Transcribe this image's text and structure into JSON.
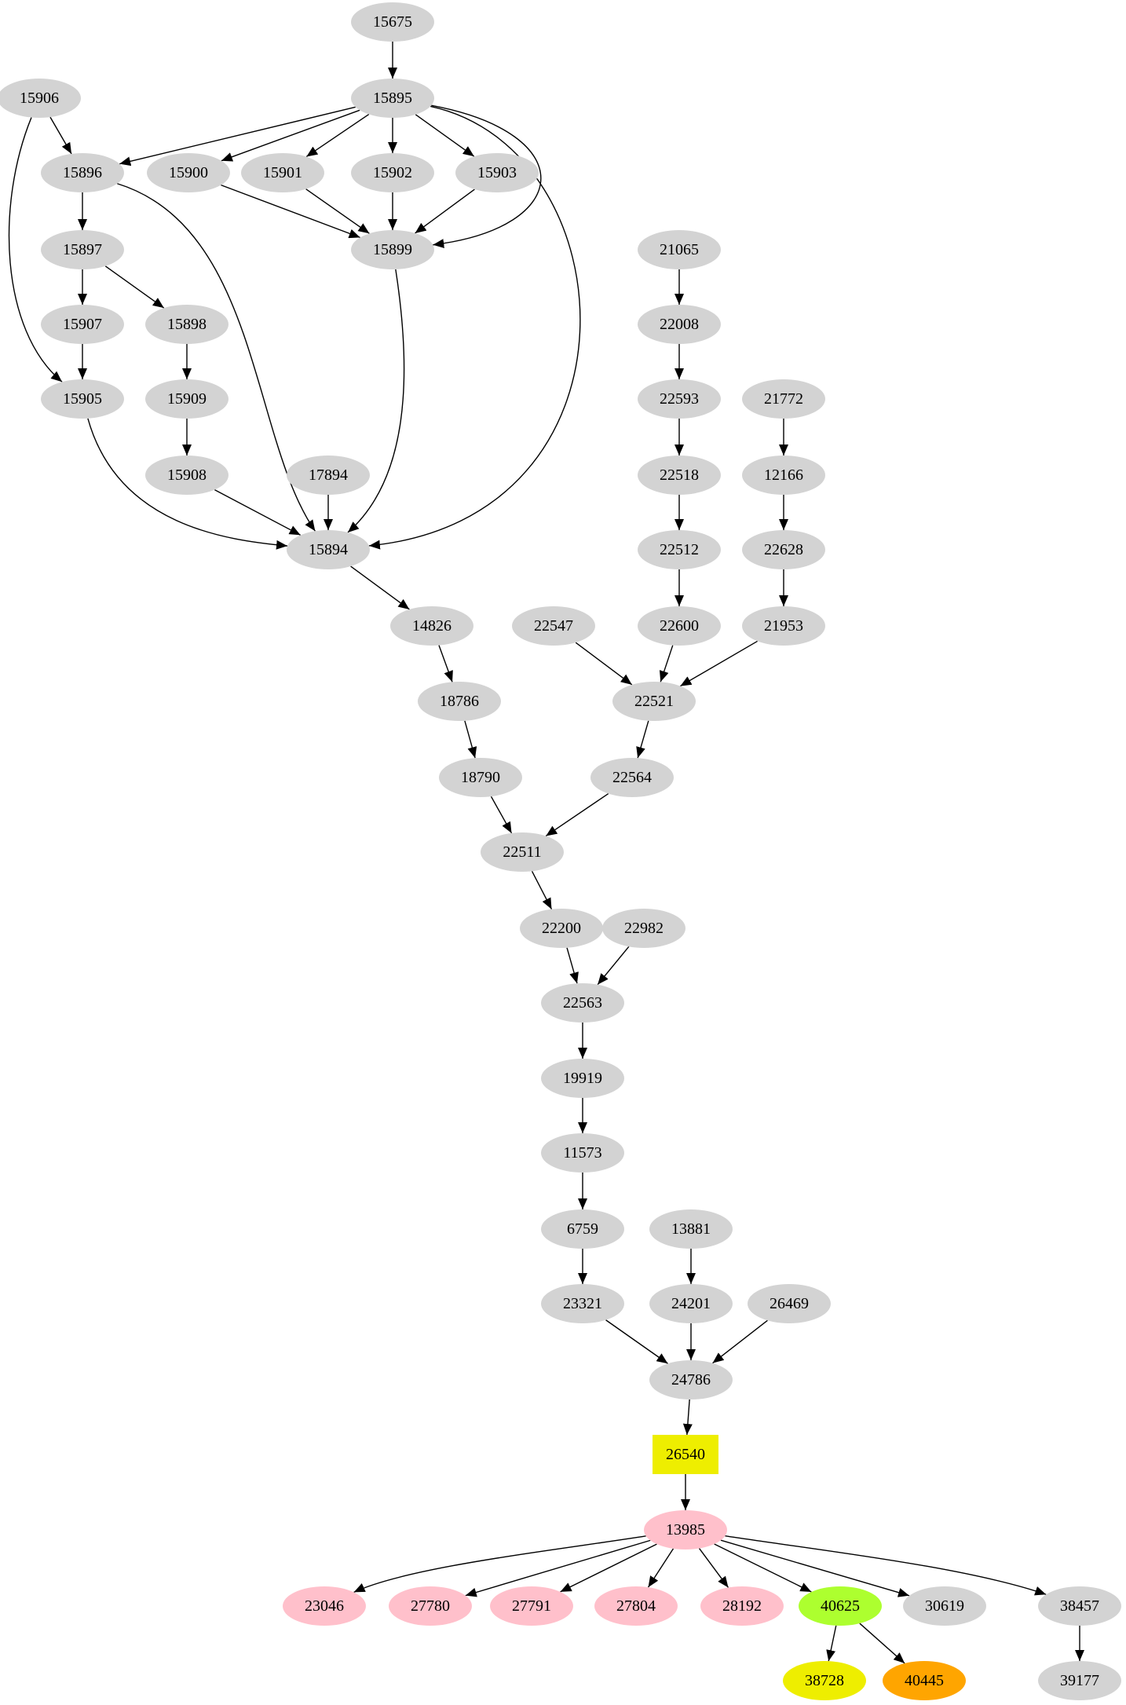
{
  "colors": {
    "default": "#d3d3d3",
    "pink": "#ffc0cb",
    "yellow": "#eeee00",
    "greenyellow": "#adff2f",
    "orange": "#ffa500",
    "edge": "#000000"
  },
  "nodes": [
    {
      "id": "15675",
      "label": "15675",
      "color": "default"
    },
    {
      "id": "15895",
      "label": "15895",
      "color": "default"
    },
    {
      "id": "15906",
      "label": "15906",
      "color": "default"
    },
    {
      "id": "15896",
      "label": "15896",
      "color": "default"
    },
    {
      "id": "15900",
      "label": "15900",
      "color": "default"
    },
    {
      "id": "15901",
      "label": "15901",
      "color": "default"
    },
    {
      "id": "15902",
      "label": "15902",
      "color": "default"
    },
    {
      "id": "15903",
      "label": "15903",
      "color": "default"
    },
    {
      "id": "15899",
      "label": "15899",
      "color": "default"
    },
    {
      "id": "15897",
      "label": "15897",
      "color": "default"
    },
    {
      "id": "21065",
      "label": "21065",
      "color": "default"
    },
    {
      "id": "15907",
      "label": "15907",
      "color": "default"
    },
    {
      "id": "15898",
      "label": "15898",
      "color": "default"
    },
    {
      "id": "22008",
      "label": "22008",
      "color": "default"
    },
    {
      "id": "15905",
      "label": "15905",
      "color": "default"
    },
    {
      "id": "15909",
      "label": "15909",
      "color": "default"
    },
    {
      "id": "22593",
      "label": "22593",
      "color": "default"
    },
    {
      "id": "21772",
      "label": "21772",
      "color": "default"
    },
    {
      "id": "15908",
      "label": "15908",
      "color": "default"
    },
    {
      "id": "17894",
      "label": "17894",
      "color": "default"
    },
    {
      "id": "22518",
      "label": "22518",
      "color": "default"
    },
    {
      "id": "12166",
      "label": "12166",
      "color": "default"
    },
    {
      "id": "15894",
      "label": "15894",
      "color": "default"
    },
    {
      "id": "22512",
      "label": "22512",
      "color": "default"
    },
    {
      "id": "22628",
      "label": "22628",
      "color": "default"
    },
    {
      "id": "14826",
      "label": "14826",
      "color": "default"
    },
    {
      "id": "22547",
      "label": "22547",
      "color": "default"
    },
    {
      "id": "22600",
      "label": "22600",
      "color": "default"
    },
    {
      "id": "21953",
      "label": "21953",
      "color": "default"
    },
    {
      "id": "18786",
      "label": "18786",
      "color": "default"
    },
    {
      "id": "22521",
      "label": "22521",
      "color": "default"
    },
    {
      "id": "18790",
      "label": "18790",
      "color": "default"
    },
    {
      "id": "22564",
      "label": "22564",
      "color": "default"
    },
    {
      "id": "22511",
      "label": "22511",
      "color": "default"
    },
    {
      "id": "22200",
      "label": "22200",
      "color": "default"
    },
    {
      "id": "22982",
      "label": "22982",
      "color": "default"
    },
    {
      "id": "22563",
      "label": "22563",
      "color": "default"
    },
    {
      "id": "19919",
      "label": "19919",
      "color": "default"
    },
    {
      "id": "11573",
      "label": "11573",
      "color": "default"
    },
    {
      "id": "6759",
      "label": "6759",
      "color": "default"
    },
    {
      "id": "13881",
      "label": "13881",
      "color": "default"
    },
    {
      "id": "23321",
      "label": "23321",
      "color": "default"
    },
    {
      "id": "24201",
      "label": "24201",
      "color": "default"
    },
    {
      "id": "26469",
      "label": "26469",
      "color": "default"
    },
    {
      "id": "24786",
      "label": "24786",
      "color": "default"
    },
    {
      "id": "26540",
      "label": "26540",
      "color": "yellow",
      "shape": "box"
    },
    {
      "id": "13985",
      "label": "13985",
      "color": "pink"
    },
    {
      "id": "23046",
      "label": "23046",
      "color": "pink"
    },
    {
      "id": "27780",
      "label": "27780",
      "color": "pink"
    },
    {
      "id": "27791",
      "label": "27791",
      "color": "pink"
    },
    {
      "id": "27804",
      "label": "27804",
      "color": "pink"
    },
    {
      "id": "28192",
      "label": "28192",
      "color": "pink"
    },
    {
      "id": "40625",
      "label": "40625",
      "color": "greenyellow"
    },
    {
      "id": "30619",
      "label": "30619",
      "color": "default"
    },
    {
      "id": "38457",
      "label": "38457",
      "color": "default"
    },
    {
      "id": "38728",
      "label": "38728",
      "color": "yellow"
    },
    {
      "id": "40445",
      "label": "40445",
      "color": "orange"
    },
    {
      "id": "39177",
      "label": "39177",
      "color": "default"
    }
  ],
  "edges": [
    [
      "15675",
      "15895"
    ],
    [
      "15906",
      "15896"
    ],
    [
      "15906",
      "15905"
    ],
    [
      "15895",
      "15896"
    ],
    [
      "15895",
      "15900"
    ],
    [
      "15895",
      "15901"
    ],
    [
      "15895",
      "15902"
    ],
    [
      "15895",
      "15903"
    ],
    [
      "15895",
      "15899"
    ],
    [
      "15895",
      "15894"
    ],
    [
      "15896",
      "15897"
    ],
    [
      "15896",
      "15894"
    ],
    [
      "15900",
      "15899"
    ],
    [
      "15901",
      "15899"
    ],
    [
      "15902",
      "15899"
    ],
    [
      "15903",
      "15899"
    ],
    [
      "15899",
      "15894"
    ],
    [
      "15897",
      "15907"
    ],
    [
      "15897",
      "15898"
    ],
    [
      "15907",
      "15905"
    ],
    [
      "15898",
      "15909"
    ],
    [
      "15909",
      "15908"
    ],
    [
      "15905",
      "15894"
    ],
    [
      "15908",
      "15894"
    ],
    [
      "17894",
      "15894"
    ],
    [
      "15894",
      "14826"
    ],
    [
      "14826",
      "18786"
    ],
    [
      "18786",
      "18790"
    ],
    [
      "18790",
      "22511"
    ],
    [
      "21065",
      "22008"
    ],
    [
      "22008",
      "22593"
    ],
    [
      "22593",
      "22518"
    ],
    [
      "22518",
      "22512"
    ],
    [
      "22512",
      "22600"
    ],
    [
      "22600",
      "22521"
    ],
    [
      "21772",
      "12166"
    ],
    [
      "12166",
      "22628"
    ],
    [
      "22628",
      "21953"
    ],
    [
      "21953",
      "22521"
    ],
    [
      "22547",
      "22521"
    ],
    [
      "22521",
      "22564"
    ],
    [
      "22564",
      "22511"
    ],
    [
      "22511",
      "22200"
    ],
    [
      "22200",
      "22563"
    ],
    [
      "22982",
      "22563"
    ],
    [
      "22563",
      "19919"
    ],
    [
      "19919",
      "11573"
    ],
    [
      "11573",
      "6759"
    ],
    [
      "6759",
      "23321"
    ],
    [
      "23321",
      "24786"
    ],
    [
      "13881",
      "24201"
    ],
    [
      "24201",
      "24786"
    ],
    [
      "26469",
      "24786"
    ],
    [
      "24786",
      "26540"
    ],
    [
      "26540",
      "13985"
    ],
    [
      "13985",
      "23046"
    ],
    [
      "13985",
      "27780"
    ],
    [
      "13985",
      "27791"
    ],
    [
      "13985",
      "27804"
    ],
    [
      "13985",
      "28192"
    ],
    [
      "13985",
      "40625"
    ],
    [
      "13985",
      "30619"
    ],
    [
      "13985",
      "38457"
    ],
    [
      "40625",
      "38728"
    ],
    [
      "40625",
      "40445"
    ],
    [
      "38457",
      "39177"
    ]
  ]
}
